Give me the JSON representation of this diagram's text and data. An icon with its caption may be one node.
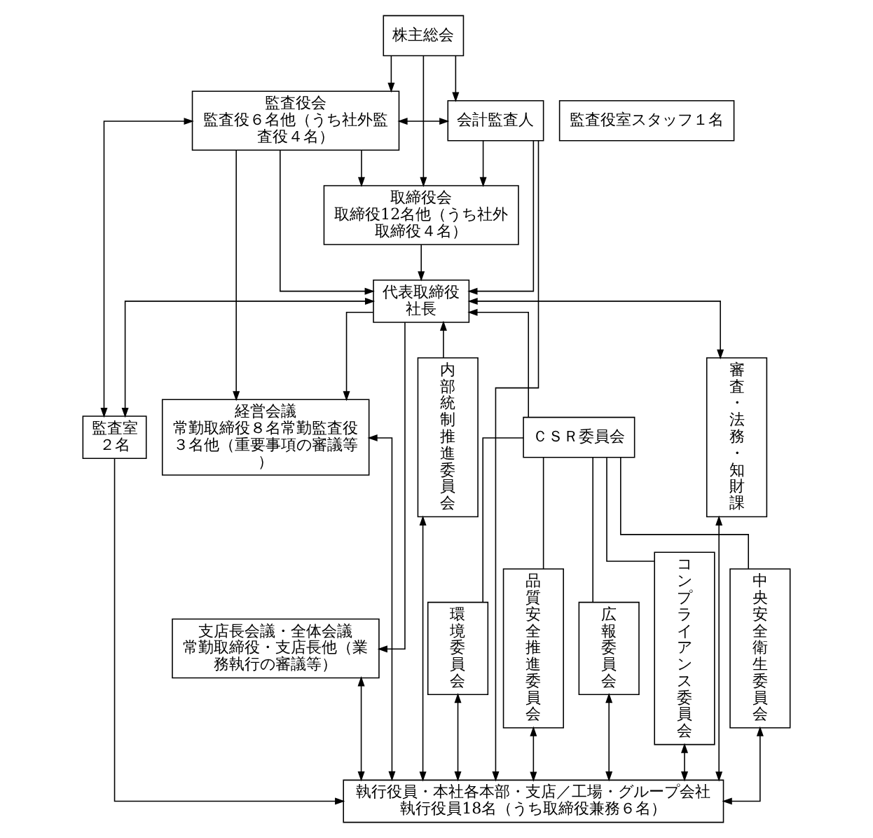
{
  "diagram": {
    "nodes": [
      {
        "text": [
          "株主総会"
        ]
      },
      {
        "text": [
          "監査役室スタッフ１名"
        ]
      },
      {
        "text": [
          "監査役会",
          "監査役６名他（うち社外監査役４名）"
        ]
      },
      {
        "text": [
          "取締役会",
          "取締役12名他（うち社外取締役４名）"
        ]
      },
      {
        "text": [
          "会計監査人"
        ]
      },
      {
        "text": [
          "代表取締役",
          "社長"
        ]
      },
      {
        "text": [
          "監査室",
          "２名"
        ]
      },
      {
        "text": [
          "経営会議",
          "常勤取締役８名常勤監査役３名他（重要事項の審議等）"
        ]
      },
      {
        "text": [
          "内部統制推進委員会"
        ]
      },
      {
        "text": [
          "ＣＳＲ委員会"
        ]
      },
      {
        "text": [
          "環境委員会"
        ]
      },
      {
        "text": [
          "品質安全推進委員会"
        ]
      },
      {
        "text": [
          "広報委員会"
        ]
      },
      {
        "text": [
          "コンプライアンス委員会"
        ]
      },
      {
        "text": [
          "中央安全衛生委員会"
        ]
      },
      {
        "text": [
          "審査・法務・知財課"
        ]
      },
      {
        "text": [
          "支店長会議・全体会議",
          "常勤取締役・支店長他（業務執行の審議等）"
        ]
      },
      {
        "text": [
          "執行役員・本社各本部・支店／工場・グループ会社",
          "執行役員18名（うち取締役兼務６名）"
        ]
      }
    ],
    "edges": [
      {
        "from": 0,
        "to": 2,
        "arrow": "to"
      },
      {
        "from": 0,
        "to": 3,
        "arrow": "to"
      },
      {
        "from": 0,
        "to": 4,
        "arrow": "to"
      },
      {
        "from": 2,
        "to": 4,
        "arrow": "both"
      },
      {
        "from": 2,
        "to": 3,
        "arrow": "to"
      },
      {
        "from": 4,
        "to": 3,
        "arrow": "to"
      },
      {
        "from": 3,
        "to": 5,
        "arrow": "to"
      },
      {
        "from": 2,
        "to": 5,
        "arrow": "to"
      },
      {
        "from": 2,
        "to": 7,
        "arrow": "to"
      },
      {
        "from": 2,
        "to": 6,
        "arrow": "both"
      },
      {
        "from": 5,
        "to": 6,
        "arrow": "both"
      },
      {
        "from": 4,
        "to": 5,
        "arrow": "to"
      },
      {
        "from": 5,
        "to": 15,
        "arrow": "both"
      },
      {
        "from": 8,
        "to": 5,
        "arrow": "to"
      },
      {
        "from": 9,
        "to": 5,
        "arrow": "to"
      },
      {
        "from": 5,
        "to": 7,
        "arrow": "to"
      },
      {
        "from": 5,
        "to": 16,
        "arrow": "to"
      },
      {
        "from": 9,
        "to": 10,
        "arrow": "none"
      },
      {
        "from": 9,
        "to": 11,
        "arrow": "none"
      },
      {
        "from": 9,
        "to": 12,
        "arrow": "none"
      },
      {
        "from": 9,
        "to": 13,
        "arrow": "none"
      },
      {
        "from": 9,
        "to": 14,
        "arrow": "none"
      },
      {
        "from": 6,
        "to": 17,
        "arrow": "to"
      },
      {
        "from": 16,
        "to": 17,
        "arrow": "both"
      },
      {
        "from": 7,
        "to": 17,
        "arrow": "both"
      },
      {
        "from": 8,
        "to": 17,
        "arrow": "both"
      },
      {
        "from": 10,
        "to": 17,
        "arrow": "both"
      },
      {
        "from": 11,
        "to": 17,
        "arrow": "both"
      },
      {
        "from": 12,
        "to": 17,
        "arrow": "both"
      },
      {
        "from": 13,
        "to": 17,
        "arrow": "both"
      },
      {
        "from": 14,
        "to": 17,
        "arrow": "both"
      },
      {
        "from": 4,
        "to": 17,
        "arrow": "to"
      },
      {
        "from": 15,
        "to": 17,
        "arrow": "both"
      }
    ]
  }
}
